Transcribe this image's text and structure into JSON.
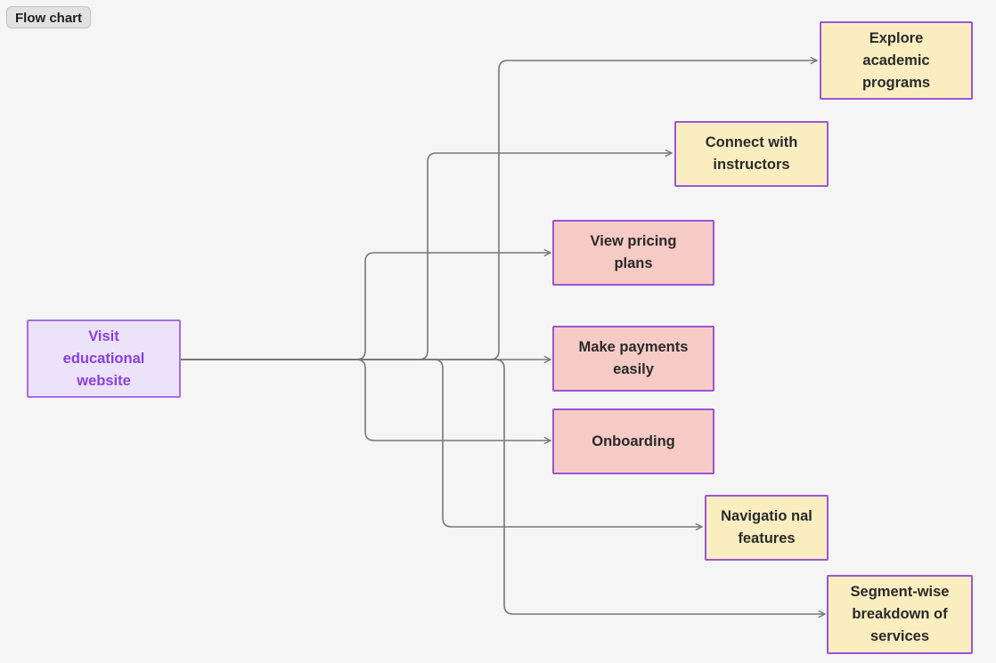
{
  "label": "Flow chart",
  "colors": {
    "background": "#f5f5f5",
    "edge": "#777777",
    "border": "#9a55d8",
    "start_fill": "#ece3fb",
    "start_text": "#8a3fe0",
    "yellow_fill": "#faeec0",
    "pink_fill": "#f6cac5"
  },
  "nodes": {
    "start": "Visit educational website",
    "explore": "Explore academic programs",
    "connect": "Connect with instructors",
    "pricing": "View pricing plans",
    "payments": "Make payments easily",
    "onboarding": "Onboarding",
    "navigation": "Navigatio nal features",
    "segment": "Segment-wise breakdown of services"
  },
  "edges": [
    {
      "from": "start",
      "to": "explore"
    },
    {
      "from": "start",
      "to": "connect"
    },
    {
      "from": "start",
      "to": "pricing"
    },
    {
      "from": "start",
      "to": "payments"
    },
    {
      "from": "start",
      "to": "onboarding"
    },
    {
      "from": "start",
      "to": "navigation"
    },
    {
      "from": "start",
      "to": "segment"
    }
  ]
}
